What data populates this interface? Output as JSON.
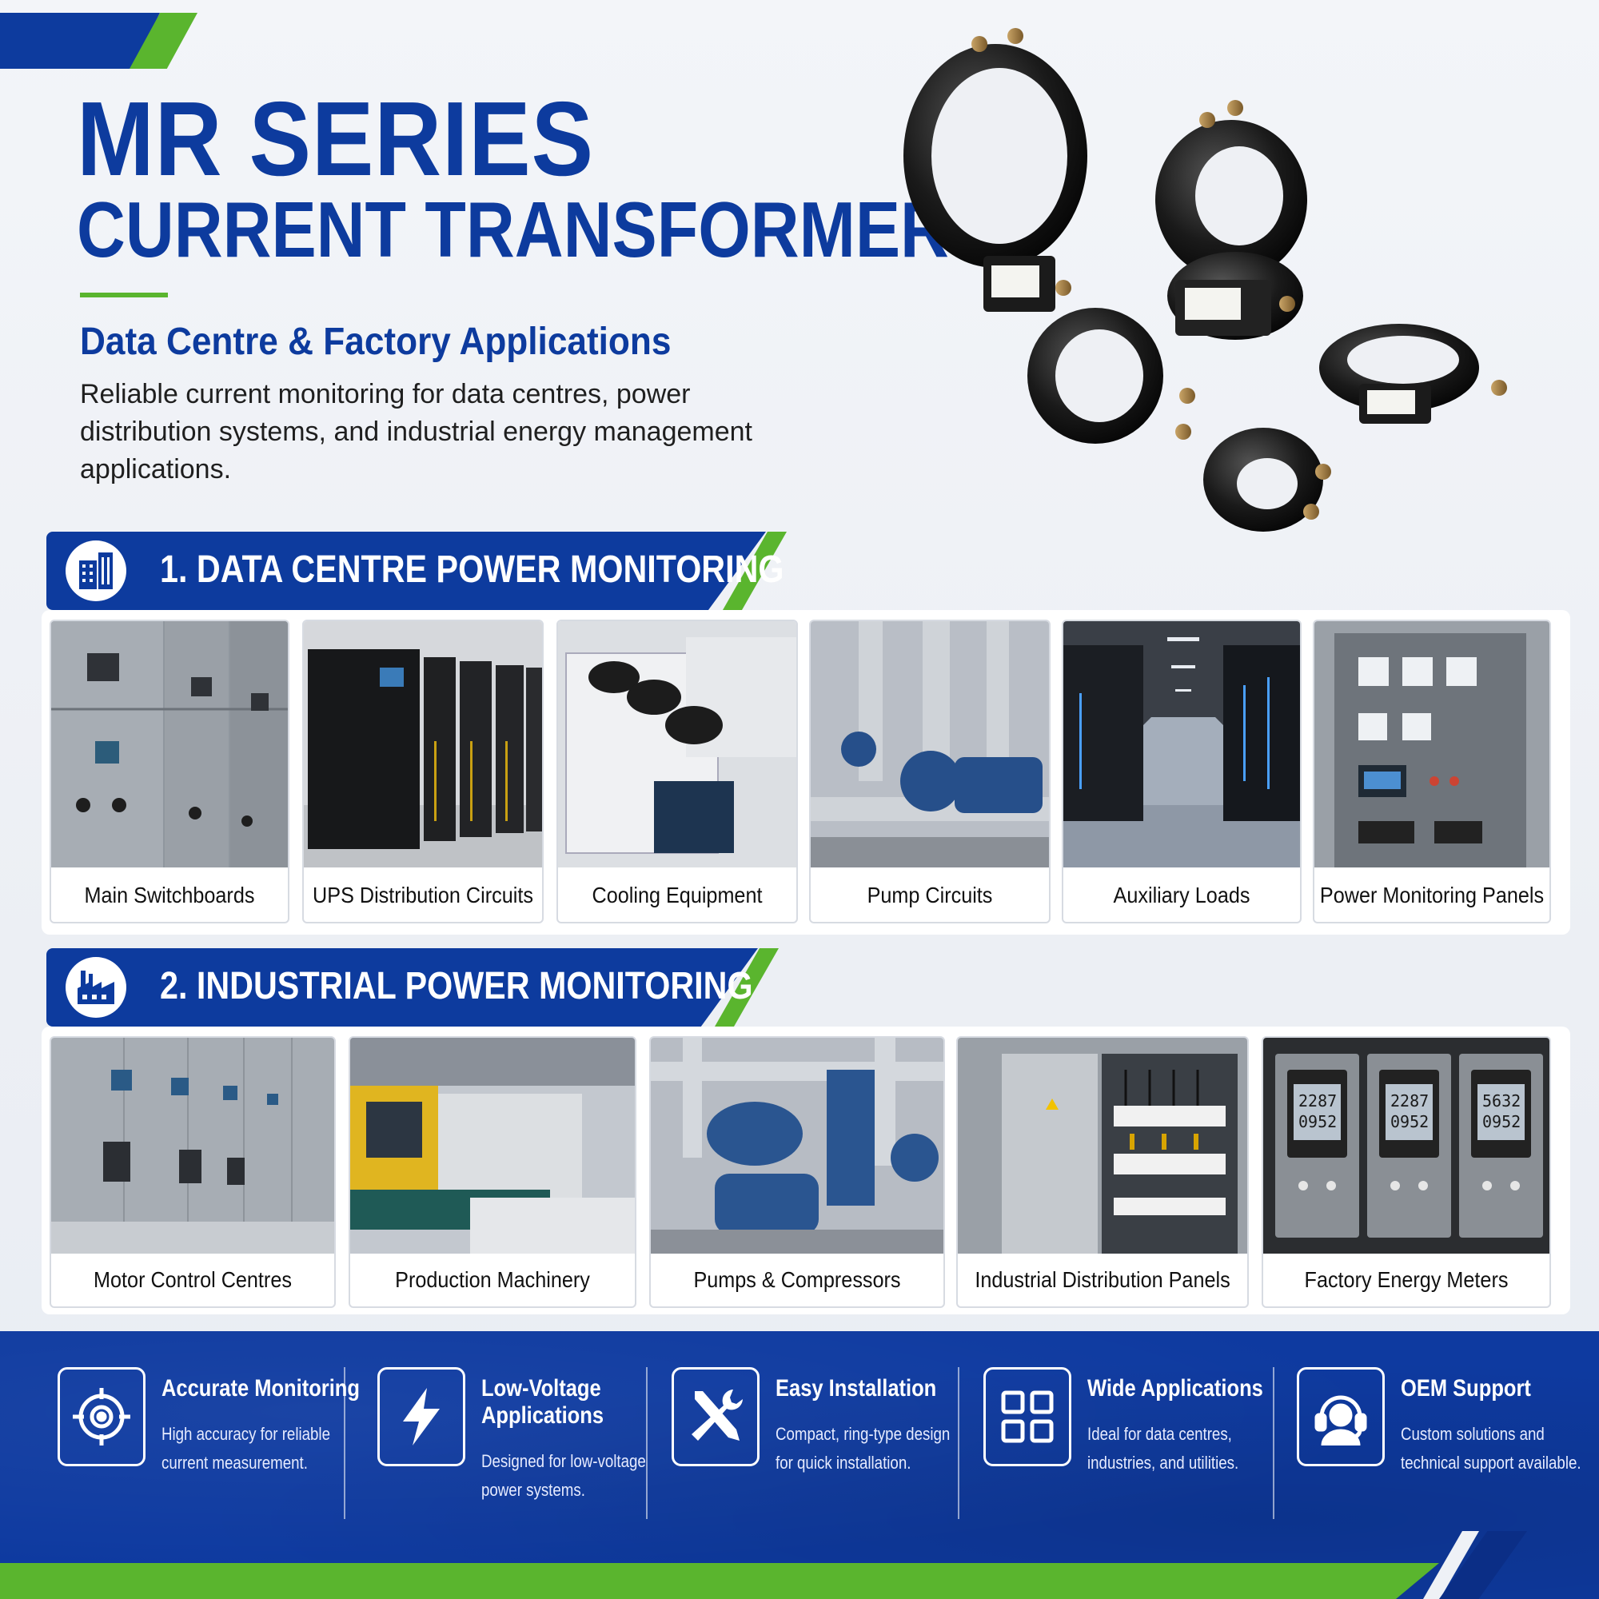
{
  "header": {
    "title_line1": "MR SERIES",
    "title_line2": "CURRENT TRANSFORMER",
    "subtitle": "Data Centre & Factory Applications",
    "description": "Reliable current monitoring for data centres, power distribution systems, and industrial energy management applications."
  },
  "sections": [
    {
      "title": "1. DATA CENTRE POWER MONITORING",
      "icon": "building-icon",
      "items": [
        {
          "label": "Main Switchboards"
        },
        {
          "label": "UPS Distribution Circuits"
        },
        {
          "label": "Cooling Equipment"
        },
        {
          "label": "Pump Circuits"
        },
        {
          "label": "Auxiliary Loads"
        },
        {
          "label": "Power Monitoring Panels"
        }
      ]
    },
    {
      "title": "2. INDUSTRIAL POWER MONITORING",
      "icon": "factory-icon",
      "items": [
        {
          "label": "Motor Control Centres"
        },
        {
          "label": "Production Machinery"
        },
        {
          "label": "Pumps & Compressors"
        },
        {
          "label": "Industrial Distribution Panels"
        },
        {
          "label": "Factory Energy Meters"
        }
      ]
    }
  ],
  "meter_readings": [
    "2287",
    "0952",
    "2287",
    "0952",
    "5632",
    "0952"
  ],
  "features": [
    {
      "title": "Accurate Monitoring",
      "desc1": "High accuracy for reliable",
      "desc2": "current measurement.",
      "icon": "target-icon"
    },
    {
      "title1": "Low-Voltage",
      "title2": "Applications",
      "desc1": "Designed for low-voltage",
      "desc2": "power systems.",
      "icon": "lightning-icon"
    },
    {
      "title": "Easy Installation",
      "desc1": "Compact, ring-type design",
      "desc2": "for quick installation.",
      "icon": "tools-icon"
    },
    {
      "title": "Wide Applications",
      "desc1": "Ideal for data centres,",
      "desc2": "industries, and utilities.",
      "icon": "grid-icon"
    },
    {
      "title": "OEM Support",
      "desc1": "Custom solutions and",
      "desc2": "technical support available.",
      "icon": "headset-icon"
    }
  ],
  "colors": {
    "brand_blue": "#0d3b9e",
    "accent_green": "#5ab52e"
  }
}
